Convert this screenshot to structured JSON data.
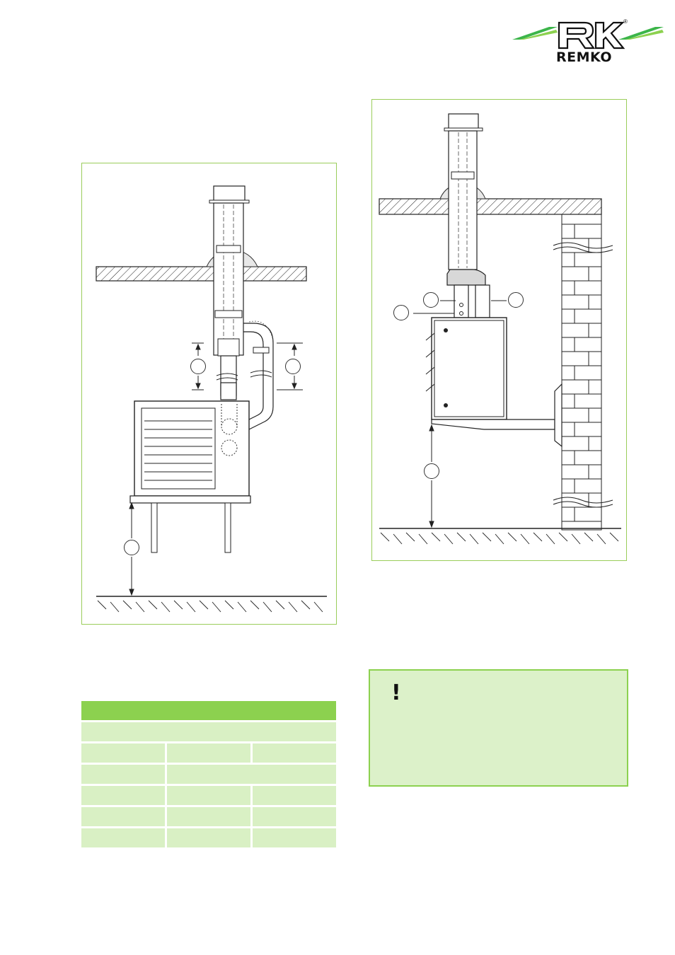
{
  "brand": {
    "logo_text": "REMKO",
    "registered_mark": "®",
    "green": "#3cb54a",
    "light_green": "#8cd14f"
  },
  "colors": {
    "frame_border": "#9acd5a",
    "table_header": "#8cd14f",
    "table_cell": "#d9f0c4",
    "note_bg": "#dcf1c9",
    "note_border": "#8cd14f"
  },
  "figures": {
    "left": {
      "subject": "ceiling-flue-floor-standing-unit"
    },
    "right": {
      "subject": "ceiling-flue-wall-bracket-unit"
    }
  },
  "note": {
    "icon": "exclamation-icon",
    "symbol": "!"
  }
}
